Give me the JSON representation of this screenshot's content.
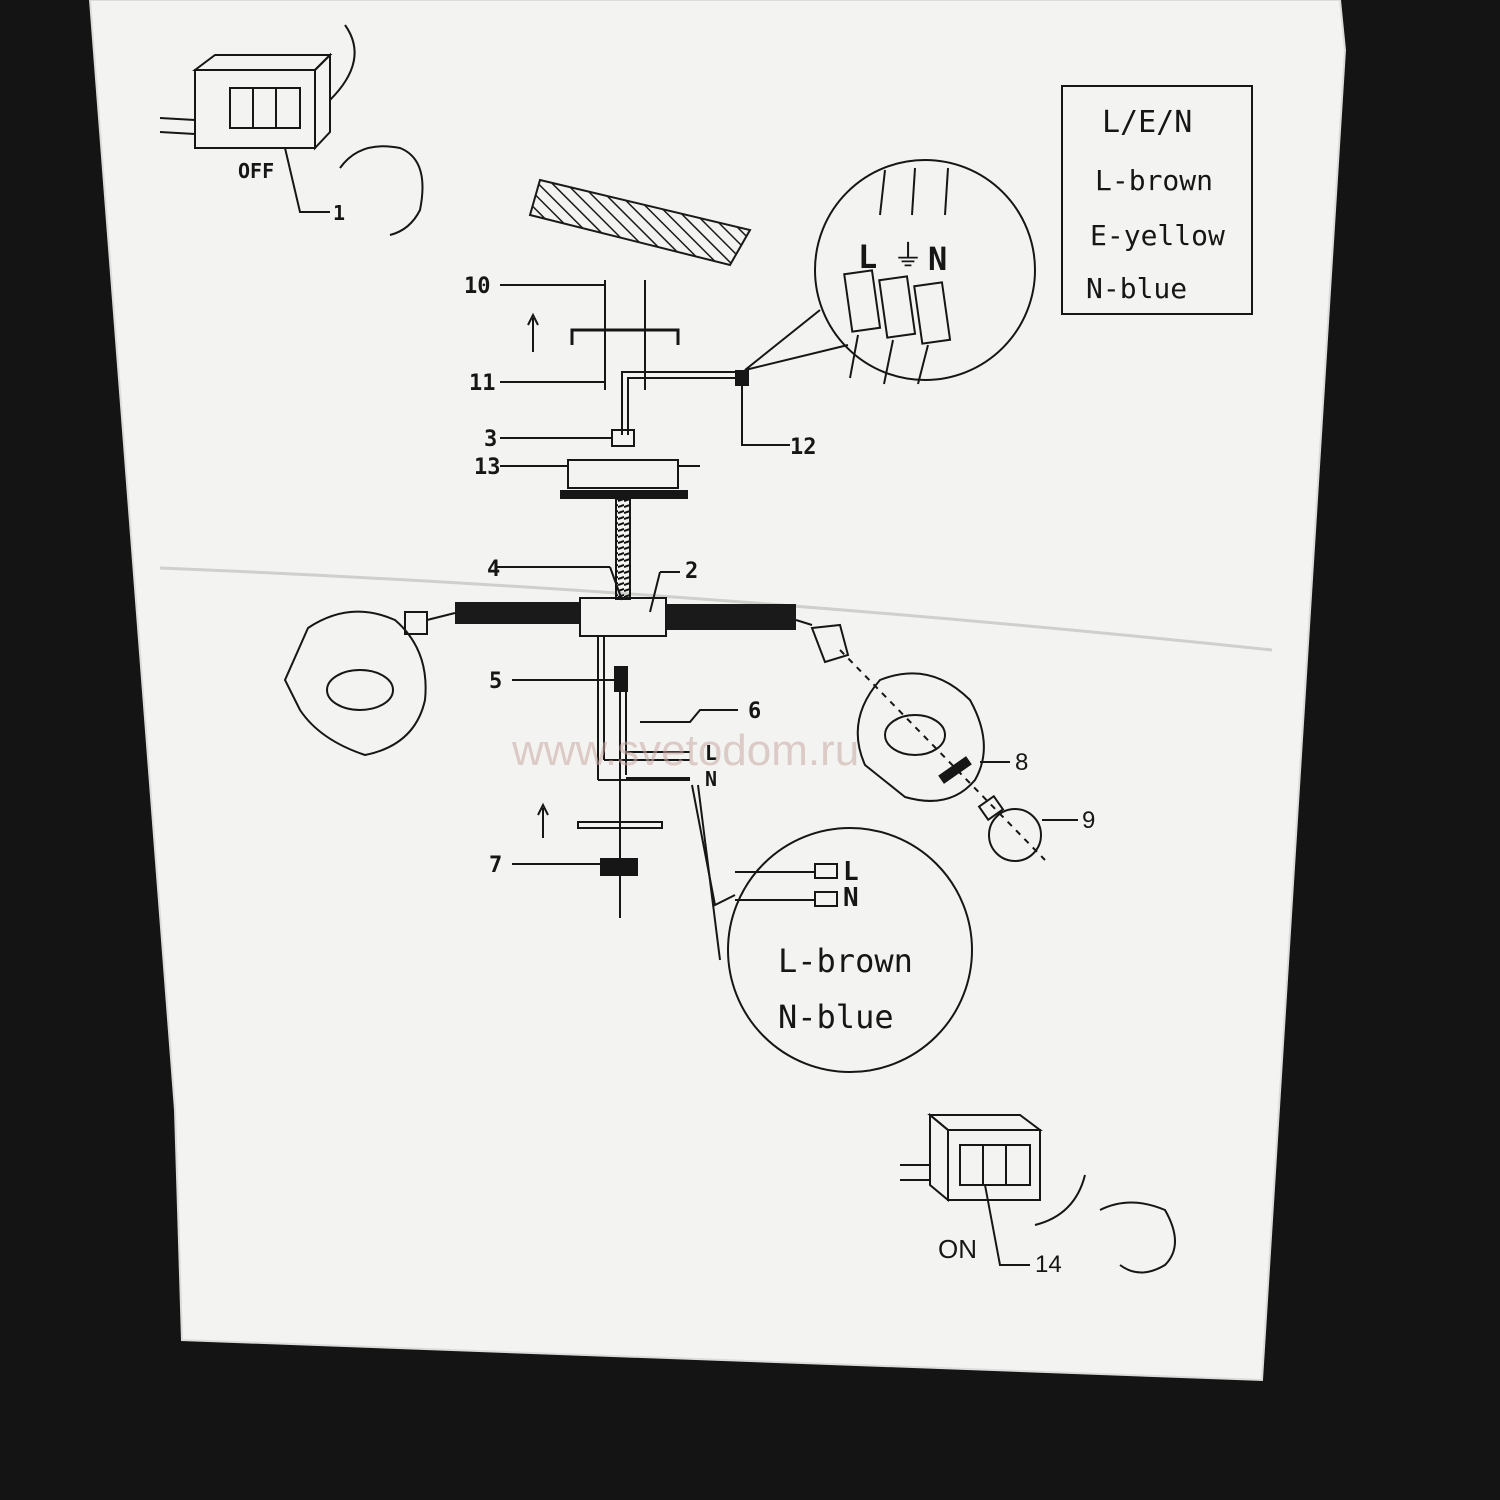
{
  "off_switch": {
    "label": "OFF",
    "number": "1"
  },
  "on_switch": {
    "label": "ON",
    "number": "14"
  },
  "legend_box": {
    "title": "L/E/N",
    "lines": [
      "L-brown",
      "E-yellow",
      "N-blue"
    ]
  },
  "terminal_zoom": {
    "l": "L",
    "e": "⏚",
    "n": "N"
  },
  "callouts": {
    "c1": "1",
    "c2": "2",
    "c3": "3",
    "c4": "4",
    "c5": "5",
    "c6": "6",
    "c7": "7",
    "c8": "8",
    "c9": "9",
    "c10": "10",
    "c11": "11",
    "c12": "12",
    "c13": "13"
  },
  "wire_ends": {
    "l": "L",
    "n": "N"
  },
  "connector_zoom": {
    "l": "L",
    "n": "N",
    "lines": [
      "L-brown",
      "N-blue"
    ]
  },
  "watermark": "www.svetodom.ru",
  "colors": {
    "background": "#141414",
    "paper": "#f3f3f1",
    "ink": "#161616"
  }
}
